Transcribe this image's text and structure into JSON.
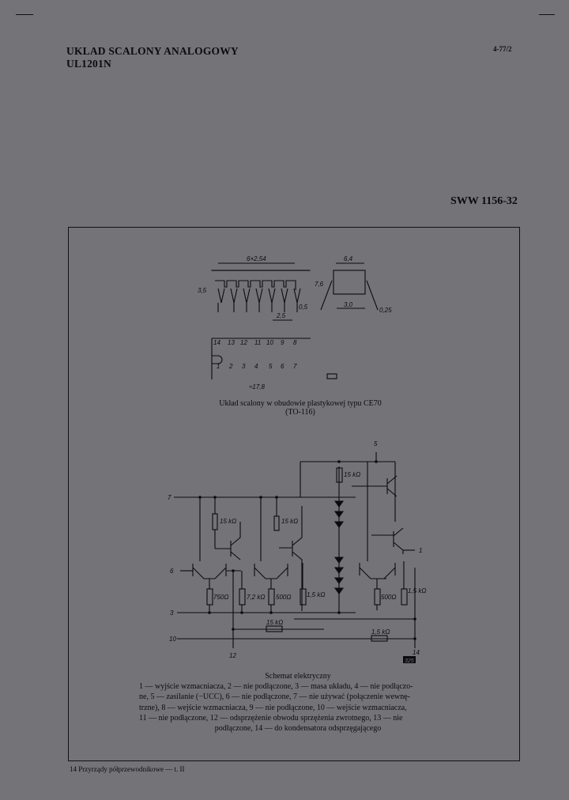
{
  "header": {
    "title": "UKLAD SCALONY ANALOGOWY",
    "part_number": "UL1201N",
    "sheet_ref": "4-77/2",
    "standard": "SWW 1156-32"
  },
  "package_figure": {
    "dims": {
      "pitch": "6×2,54",
      "width": "6,4",
      "w2": "7,6",
      "h1": "3,5",
      "lead": "0,5",
      "d1": "2,5",
      "d2": "3,0",
      "d3": "0,25",
      "bottom": "≈17,8"
    },
    "top_pins": [
      "14",
      "13",
      "12",
      "11",
      "10",
      "9",
      "8"
    ],
    "bottom_pins": [
      "1",
      "2",
      "3",
      "4",
      "5",
      "6",
      "7"
    ],
    "caption_line1": "Układ scalony w obudowie plastykowej typu CE70",
    "caption_line2": "(TO-116)"
  },
  "schematic": {
    "pins": {
      "p5": "5",
      "p7": "7",
      "p6": "6",
      "p3": "3",
      "p10": "10",
      "p12": "12",
      "p14": "14",
      "p1": "1"
    },
    "resistors": {
      "r_top": "15 kΩ",
      "r_left": "15 kΩ",
      "r_mid": "15 kΩ",
      "r_750": "750Ω",
      "r_72": "7,2 kΩ",
      "r_500a": "500Ω",
      "r_15a": "1,5 kΩ",
      "r_500b": "500Ω",
      "r_15b": "1,5 kΩ",
      "r_fb1": "15 kΩ",
      "r_fb2": "1,5 kΩ"
    },
    "stamp": "325"
  },
  "legend": {
    "heading": "Schemat elektryczny",
    "lines": [
      "1 — wyjście wzmacniacza, 2 — nie podłączone, 3 — masa układu, 4 — nie podłączo-",
      "ne, 5 — zasilanie (−UCC), 6 — nie podłączone, 7 — nie używać (połączenie wewnę-",
      "trzne), 8 — wejście wzmacniacza, 9 — nie podłączone, 10 — wejście wzmacniacza,",
      "11 — nie podłączone, 12 — odsprzężenie obwodu sprzężenia zwrotnego, 13 — nie",
      "podłączone, 14 — do kondensatora odsprzęgającego"
    ]
  },
  "footer": {
    "text": "14 Przyrządy półprzewodnikowe — t. II"
  }
}
